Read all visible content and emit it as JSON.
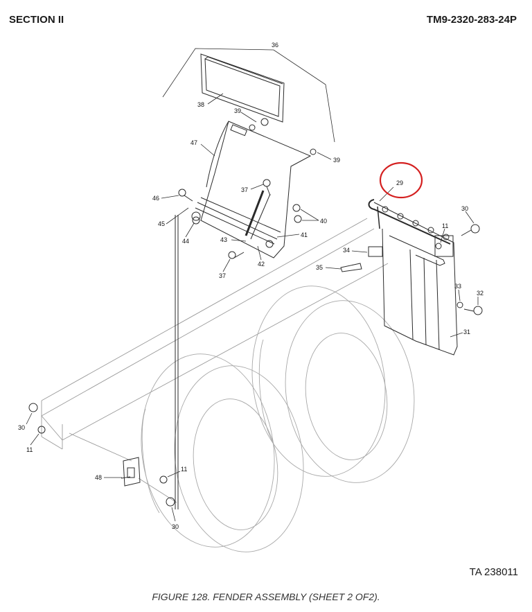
{
  "header": {
    "section": "SECTION II",
    "manual": "TM9-2320-283-24P"
  },
  "callouts": {
    "c36": "36",
    "c38": "38",
    "c39a": "39",
    "c39b": "39",
    "c47": "47",
    "c37a": "37",
    "c46": "46",
    "c45": "45",
    "c44": "44",
    "c43": "43",
    "c37b": "37",
    "c42": "42",
    "c41": "41",
    "c40": "40",
    "c29": "29",
    "c30a": "30",
    "c11a": "11",
    "c34": "34",
    "c35": "35",
    "c33": "33",
    "c32": "32",
    "c31": "31",
    "c30b": "30",
    "c11b": "11",
    "c48": "48",
    "c11c": "11",
    "c30c": "30"
  },
  "highlight": {
    "item": "29",
    "color": "#d42020"
  },
  "footer": {
    "ta_number": "TA 238011",
    "caption": "FIGURE 128.  FENDER ASSEMBLY (SHEET 2 OF2)."
  }
}
